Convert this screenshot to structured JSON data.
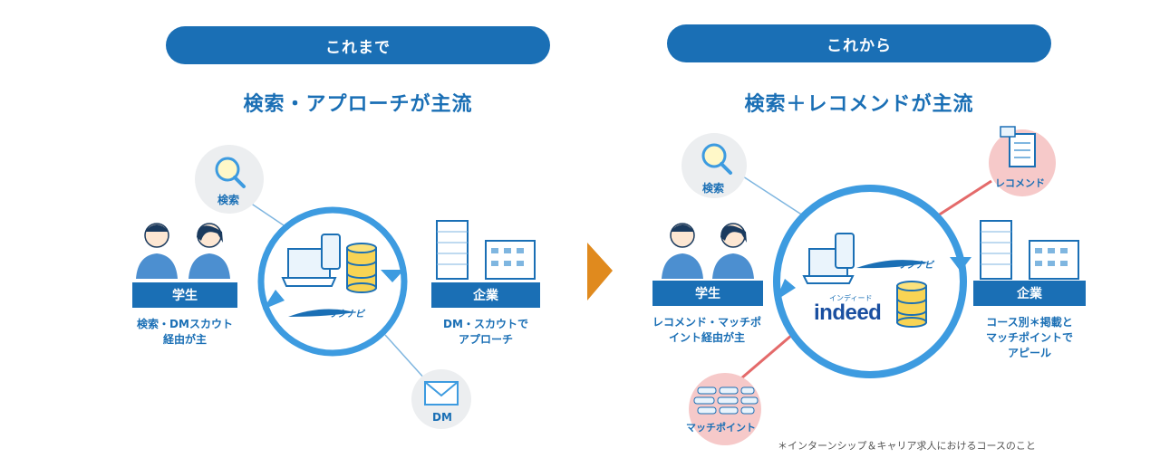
{
  "before": {
    "pill": "これまで",
    "heading": "検索・アプローチが主流",
    "student_label": "学生",
    "student_desc": "検索・DMスカウト\n経由が主",
    "company_label": "企業",
    "company_desc": "DM・スカウトで\nアプローチ",
    "search_label": "検索",
    "dm_label": "DM",
    "brand": "リクナビ"
  },
  "after": {
    "pill": "これから",
    "heading": "検索＋レコメンドが主流",
    "student_label": "学生",
    "student_desc": "レコメンド・マッチポ\nイント経由が主",
    "company_label": "企業",
    "company_desc": "コース別＊掲載と\nマッチポイントで\nアピール",
    "search_label": "検索",
    "recommend_label": "レコメンド",
    "matchpoint_label": "マッチポイント",
    "brand": "リクナビ",
    "indeed": "indeed",
    "indeed_ruby": "インディード"
  },
  "footnote": "＊インターンシップ＆キャリア求人におけるコースのこと",
  "colors": {
    "primary": "#1a6fb5",
    "circle": "#3d9be0",
    "arrow": "#e08a1e",
    "pink": "#f6c9c9",
    "grey": "#eceef0",
    "line": "#e46a6a"
  }
}
